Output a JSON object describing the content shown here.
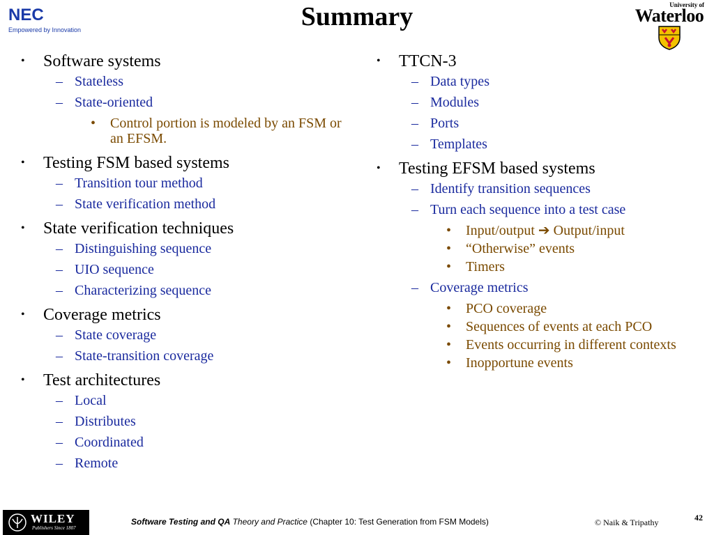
{
  "header": {
    "title": "Summary",
    "nec_logo": {
      "name": "NEC",
      "tagline": "Empowered by Innovation"
    },
    "waterloo_logo": {
      "top": "University of",
      "name": "Waterloo"
    }
  },
  "left_column": [
    {
      "text": "Software systems",
      "children": [
        {
          "text": "Stateless"
        },
        {
          "text": "State-oriented",
          "children": [
            {
              "text": "Control portion is modeled by an FSM or an EFSM."
            }
          ]
        }
      ]
    },
    {
      "text": "Testing FSM based systems",
      "children": [
        {
          "text": "Transition tour method"
        },
        {
          "text": "State verification method"
        }
      ]
    },
    {
      "text": "State verification techniques",
      "children": [
        {
          "text": "Distinguishing sequence"
        },
        {
          "text": "UIO sequence"
        },
        {
          "text": "Characterizing sequence"
        }
      ]
    },
    {
      "text": "Coverage metrics",
      "children": [
        {
          "text": "State coverage"
        },
        {
          "text": "State-transition coverage"
        }
      ]
    },
    {
      "text": "Test architectures",
      "children": [
        {
          "text": "Local"
        },
        {
          "text": "Distributes"
        },
        {
          "text": "Coordinated"
        },
        {
          "text": "Remote"
        }
      ]
    }
  ],
  "right_column": [
    {
      "text": "TTCN-3",
      "children": [
        {
          "text": "Data types"
        },
        {
          "text": "Modules"
        },
        {
          "text": "Ports"
        },
        {
          "text": "Templates"
        }
      ]
    },
    {
      "text": "Testing EFSM based systems",
      "children": [
        {
          "text": "Identify transition sequences"
        },
        {
          "text": "Turn each sequence into a test case",
          "children": [
            {
              "text": "Input/output",
              "arrow": "➔",
              "text_after": "Output/input"
            },
            {
              "text": "“Otherwise” events"
            },
            {
              "text": "Timers"
            }
          ]
        },
        {
          "text": "Coverage metrics",
          "children": [
            {
              "text": "PCO coverage"
            },
            {
              "text": "Sequences of events at each PCO"
            },
            {
              "text": "Events occurring in different contexts"
            },
            {
              "text": "Inopportune events"
            }
          ]
        }
      ]
    }
  ],
  "bullets": {
    "level1": "•",
    "level2": "–",
    "level3": "•"
  },
  "footer": {
    "publisher": {
      "name": "WILEY",
      "tagline": "Publishers Since 1807"
    },
    "book_title": "Software Testing and QA",
    "book_subtitle": "Theory and Practice",
    "chapter": "(Chapter 10: Test Generation from FSM Models)",
    "copyright": "© Naik & Tripathy",
    "page_number": "42"
  },
  "colors": {
    "level1": "#000000",
    "level2": "#1a2a9e",
    "level3": "#7a4a00",
    "nec_blue": "#1a3aa8",
    "shield_red": "#c8102e",
    "shield_gold": "#f2c200"
  }
}
